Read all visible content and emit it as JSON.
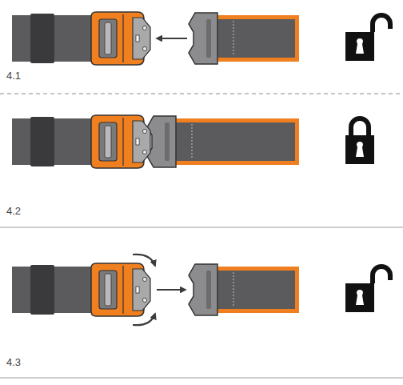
{
  "diagram": {
    "labels": [
      "4.1",
      "4.2",
      "4.3"
    ]
  }
}
